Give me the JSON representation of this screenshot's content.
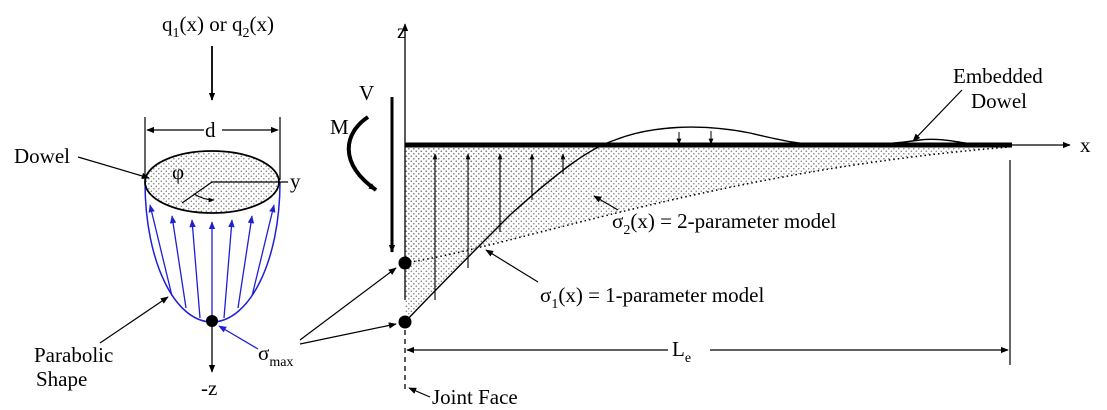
{
  "labels": {
    "load": {
      "q": "q",
      "s1": "1",
      "mid": "(x) or q",
      "s2": "2",
      "end": "(x)"
    },
    "d": "d",
    "dowel": "Dowel",
    "phi": "φ",
    "y_axis": "y",
    "neg_z": "-z",
    "parabolic_line1": "Parabolic",
    "parabolic_line2": "Shape",
    "sigma_max": {
      "sym": "σ",
      "sub": "max"
    },
    "z_axis": "z",
    "x_axis": "x",
    "V": "V",
    "M": "M",
    "embedded_line1": "Embedded",
    "embedded_line2": "Dowel",
    "sigma2": {
      "sym": "σ",
      "sub": "2",
      "rest": "(x) = 2-parameter model"
    },
    "sigma1": {
      "sym": "σ",
      "sub": "1",
      "rest": "(x) = 1-parameter model"
    },
    "Le": {
      "sym": "L",
      "sub": "e"
    },
    "joint_face": "Joint Face"
  },
  "colors": {
    "ink": "#000000",
    "stress_arrows": "#1f1fd6",
    "stipple": "#7a7a7a"
  }
}
